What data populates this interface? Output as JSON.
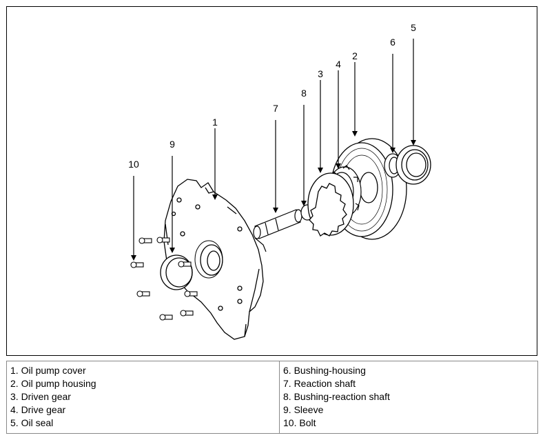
{
  "figure": {
    "callouts": {
      "c1": "1",
      "c2": "2",
      "c3": "3",
      "c4": "4",
      "c5": "5",
      "c6": "6",
      "c7": "7",
      "c8": "8",
      "c9": "9",
      "c10": "10"
    }
  },
  "legend": {
    "left": [
      "1. Oil pump cover",
      "2. Oil pump housing",
      "3. Driven gear",
      "4. Drive gear",
      "5. Oil seal"
    ],
    "right": [
      "6. Bushing-housing",
      "7. Reaction shaft",
      "8. Bushing-reaction shaft",
      "9. Sleeve",
      "10. Bolt"
    ]
  }
}
